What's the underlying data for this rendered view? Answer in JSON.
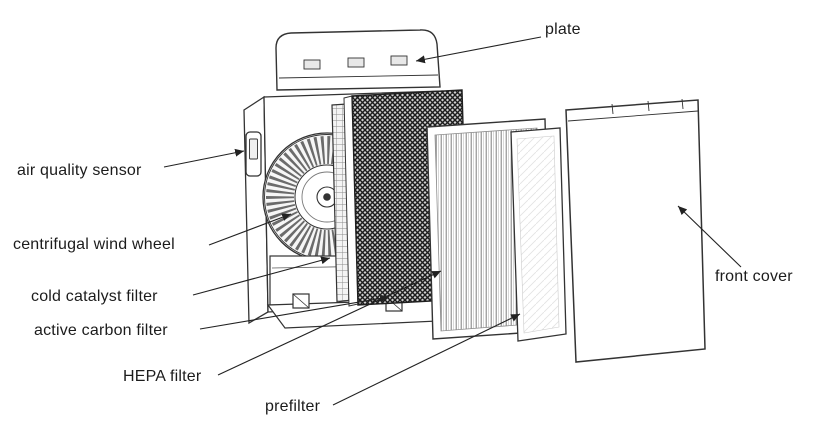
{
  "labels": {
    "plate": "plate",
    "air_quality_sensor": "air quality sensor",
    "centrifugal_wind_wheel": "centrifugal wind wheel",
    "cold_catalyst_filter": "cold catalyst filter",
    "active_carbon_filter": "active carbon filter",
    "hepa_filter": "HEPA filter",
    "prefilter": "prefilter",
    "front_cover": "front cover"
  },
  "colors": {
    "ink": "#2a2a2a",
    "background": "#ffffff",
    "carbon_filter_dark": "#1c1c1c",
    "pleat_gray": "#7d7d7d"
  }
}
